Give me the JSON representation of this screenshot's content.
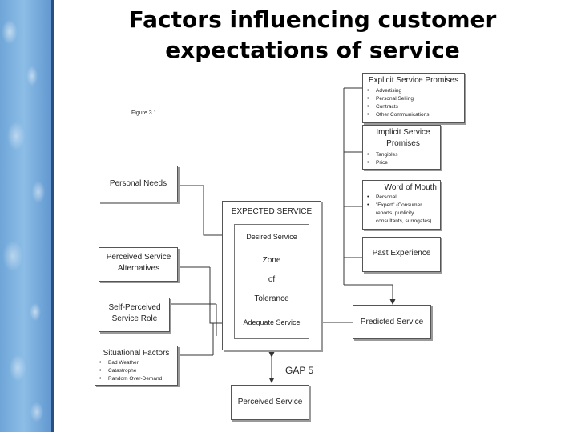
{
  "slide": {
    "title_line1": "Factors influencing customer",
    "title_line2": "expectations of service"
  },
  "figure": {
    "figure_label": "Figure 3.1",
    "explicit_title": "Explicit Service Promises",
    "explicit_items": [
      "Advertising",
      "Personal Selling",
      "Contracts",
      "Other Communications"
    ],
    "implicit_title": "Implicit Service Promises",
    "implicit_items": [
      "Tangibles",
      "Price"
    ],
    "wom_title": "Word of Mouth",
    "wom_items": [
      "Personal",
      "\"Expert\" (Consumer reports, publicity, consultants, surrogates)"
    ],
    "past_experience": "Past Experience",
    "personal_needs": "Personal Needs",
    "perceived_alternatives": "Perceived Service Alternatives",
    "self_perceived_role": "Self-Perceived Service Role",
    "situational_title": "Situational Factors",
    "situational_items": [
      "Bad Weather",
      "Catastrophe",
      "Random Over-Demand"
    ],
    "expected_service": "EXPECTED SERVICE",
    "desired_service": "Desired Service",
    "zone_line1": "Zone",
    "zone_line2": "of",
    "zone_line3": "Tolerance",
    "adequate_service": "Adequate Service",
    "predicted_service": "Predicted Service",
    "gap": "GAP 5",
    "perceived_service": "Perceived Service"
  }
}
